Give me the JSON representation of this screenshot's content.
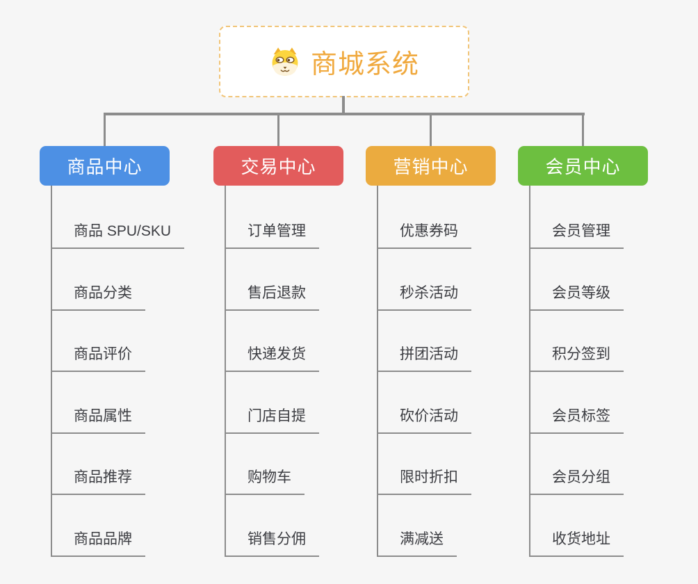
{
  "root": {
    "title": "商城系统",
    "icon": "dog-face-icon",
    "title_color": "#f0a93e",
    "border_color": "#f1c477"
  },
  "style": {
    "background_color": "#f6f6f6",
    "connector_color": "#8c8c8c",
    "leaf_text_color": "#3c3d42"
  },
  "branches": [
    {
      "label": "商品中心",
      "color": "#4d90e4",
      "children": [
        "商品 SPU/SKU",
        "商品分类",
        "商品评价",
        "商品属性",
        "商品推荐",
        "商品品牌"
      ]
    },
    {
      "label": "交易中心",
      "color": "#e25c5c",
      "children": [
        "订单管理",
        "售后退款",
        "快递发货",
        "门店自提",
        "购物车",
        "销售分佣"
      ]
    },
    {
      "label": "营销中心",
      "color": "#ebab3f",
      "children": [
        "优惠券码",
        "秒杀活动",
        "拼团活动",
        "砍价活动",
        "限时折扣",
        "满减送"
      ]
    },
    {
      "label": "会员中心",
      "color": "#6dbf40",
      "children": [
        "会员管理",
        "会员等级",
        "积分签到",
        "会员标签",
        "会员分组",
        "收货地址"
      ]
    }
  ]
}
